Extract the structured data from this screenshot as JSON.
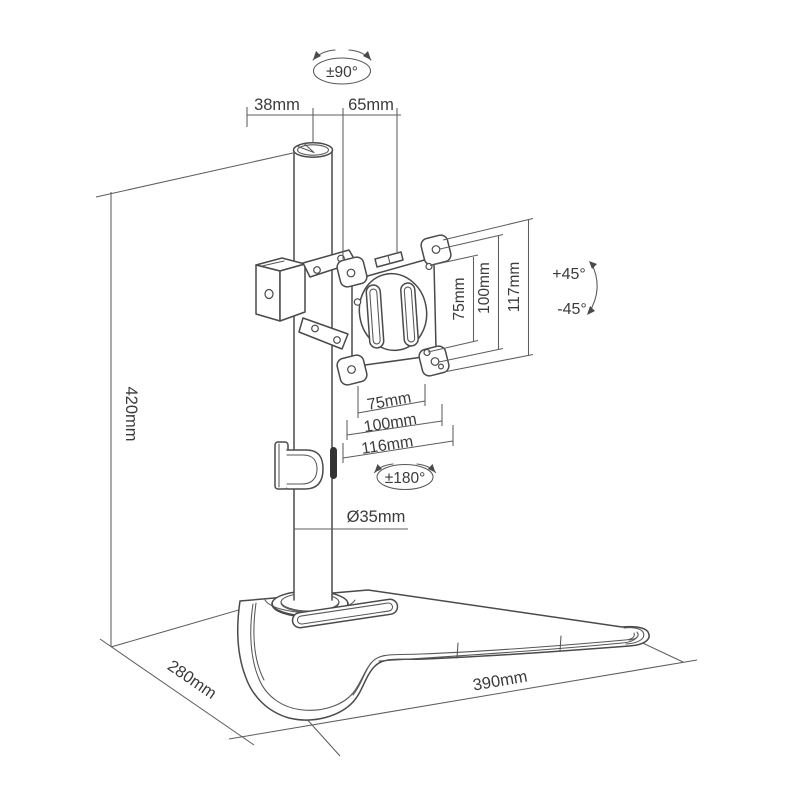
{
  "diagram": {
    "labels": {
      "rotation_top": "±90°",
      "dim_38": "38mm",
      "dim_65": "65mm",
      "tilt_up": "+45°",
      "tilt_down": "-45°",
      "vesa_v75": "75mm",
      "vesa_v100": "100mm",
      "vesa_v117": "117mm",
      "vesa_h75": "75mm",
      "vesa_h100": "100mm",
      "vesa_h116": "116mm",
      "rotation_base": "±180°",
      "pole_diameter": "Ø35mm",
      "pole_height": "420mm",
      "base_depth": "280mm",
      "base_width": "390mm"
    },
    "colors": {
      "line": "#4a4a4a",
      "dimension_line": "#5d5d5d",
      "text": "#3b3b3b",
      "background": "#ffffff",
      "pole_slot": "#333333"
    }
  }
}
